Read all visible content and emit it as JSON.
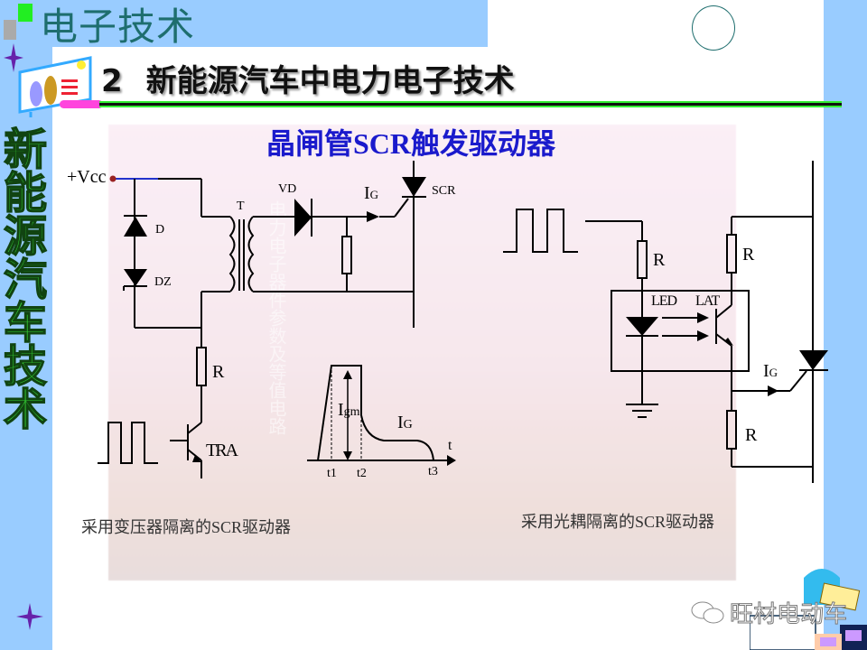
{
  "header": {
    "course_title": "电子技术",
    "section_number": "2",
    "section_title": "新能源汽车中电力电子技术"
  },
  "sidebar": {
    "vertical_title": "新能源汽车技术"
  },
  "slide": {
    "subtitle": "晶闸管SCR触发驱动器",
    "faint_vertical_text": "电力电子器件参数及等值电路",
    "left_circuit": {
      "caption": "采用变压器隔离的SCR驱动器",
      "labels": {
        "vcc": "+Vcc",
        "d": "D",
        "dz": "DZ",
        "t": "T",
        "vd": "VD",
        "ig": "I",
        "ig_sub": "G",
        "scr": "SCR",
        "r": "R",
        "tra": "TRA"
      },
      "waveform": {
        "igm": "I",
        "igm_sub": "gm",
        "ig": "I",
        "ig_sub": "G",
        "t": "t",
        "t1": "t1",
        "t2": "t2",
        "t3": "t3"
      }
    },
    "right_circuit": {
      "caption": "采用光耦隔离的SCR驱动器",
      "labels": {
        "r1": "R",
        "r2": "R",
        "r3": "R",
        "led": "LED",
        "lat": "LAT",
        "ig": "I",
        "ig_sub": "G"
      }
    }
  },
  "watermark": {
    "text": "旺材电动车"
  },
  "colors": {
    "band": "#99ccff",
    "title_green": "#33cc33",
    "subtitle_blue": "#1a1acc",
    "course_teal": "#1e6e6e"
  }
}
